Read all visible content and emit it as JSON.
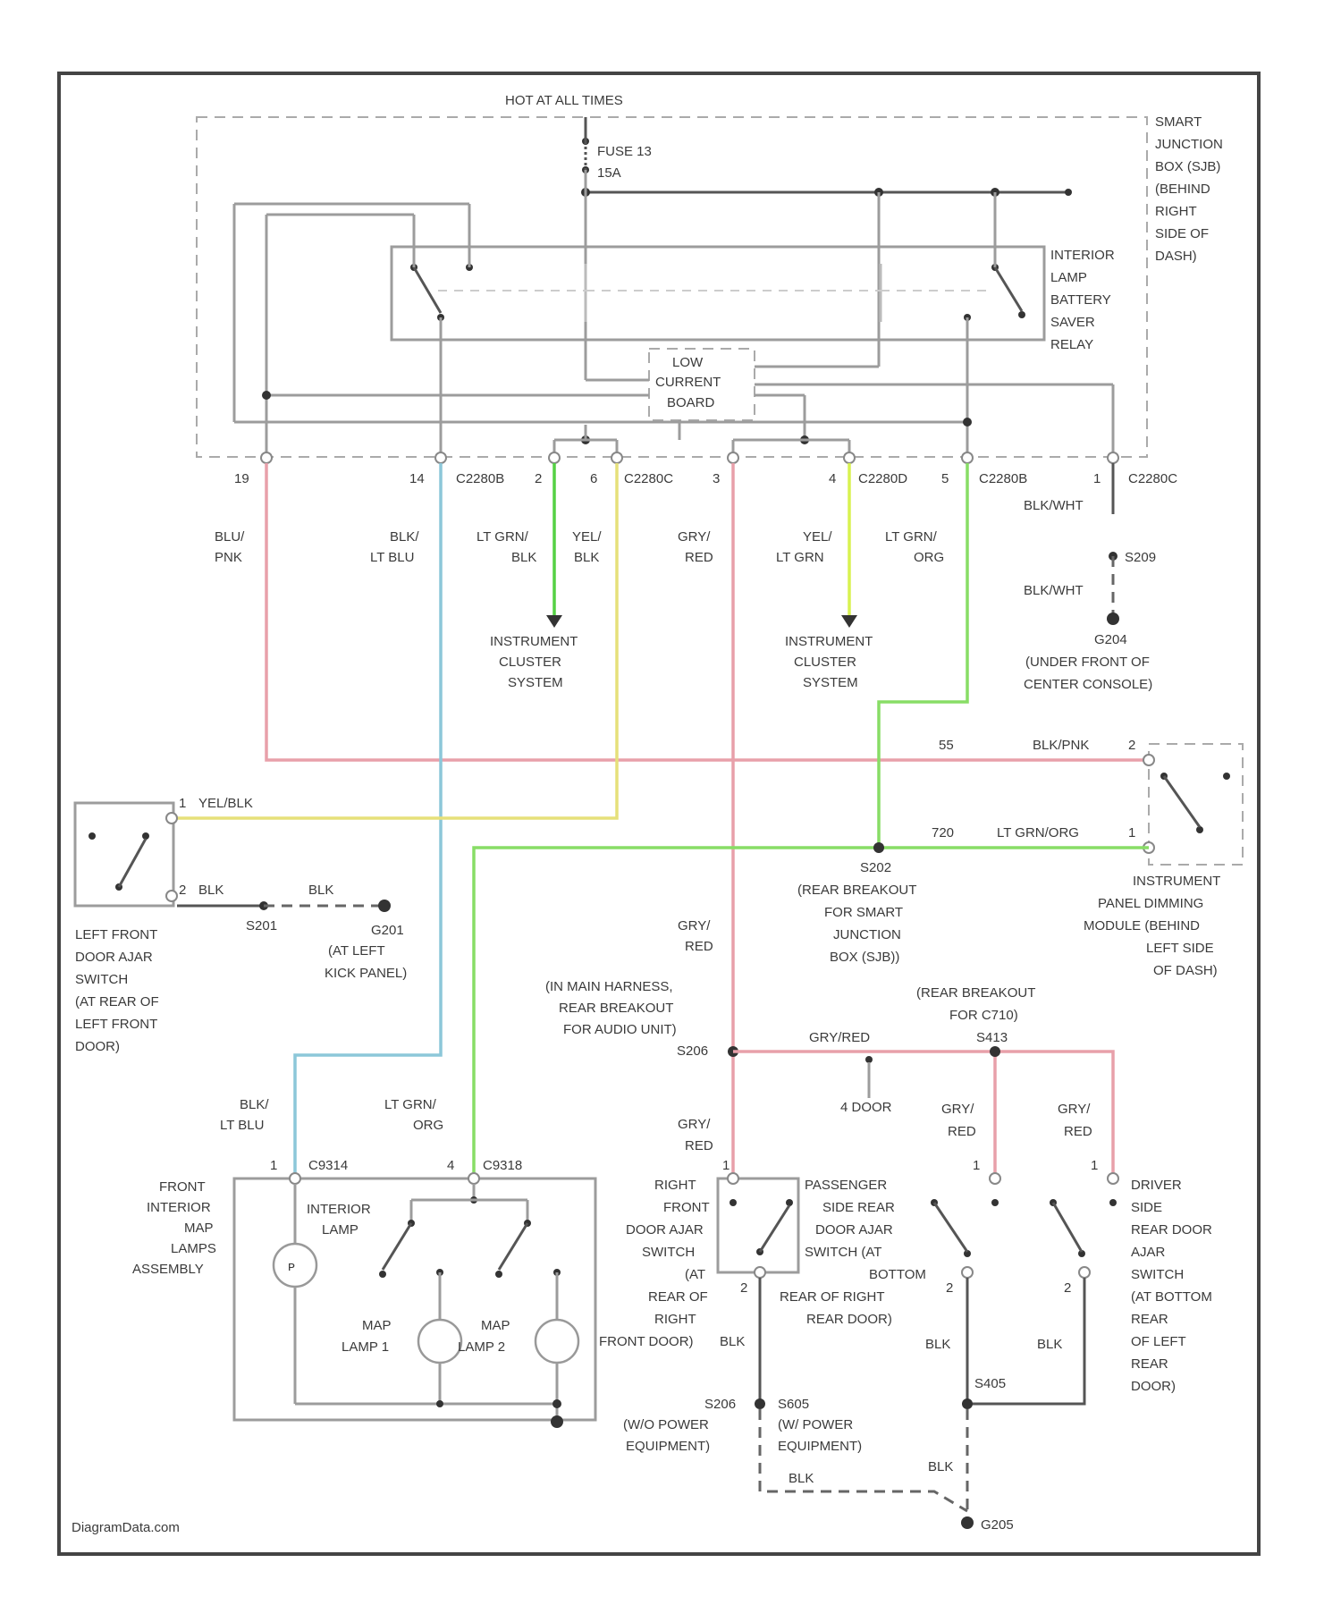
{
  "colors": {
    "pink": "#e8a0aa",
    "lt_blue": "#8cc7d9",
    "lt_green": "#88dd66",
    "green": "#55d144",
    "yellow": "#e6e07a",
    "yellow_green": "#d8f250",
    "black": "#444444"
  },
  "header": {
    "hot_at_all_times": "HOT AT ALL TIMES",
    "fuse": "FUSE 13",
    "fuse_rating": "15A"
  },
  "smart_junction_box": [
    "SMART",
    "JUNCTION",
    "BOX (SJB)",
    "(BEHIND",
    "RIGHT",
    "SIDE OF",
    "DASH)"
  ],
  "relay": [
    "INTERIOR",
    "LAMP",
    "BATTERY",
    "SAVER",
    "RELAY"
  ],
  "low_current_board": [
    "LOW",
    "CURRENT",
    "BOARD"
  ],
  "connector_pins": {
    "p19": "19",
    "p14": "14",
    "c2280b": "C2280B",
    "p2": "2",
    "p6": "6",
    "c2280c_a": "C2280C",
    "p3": "3",
    "p4": "4",
    "c2280d": "C2280D",
    "p5": "5",
    "c2280b_b": "C2280B",
    "p1": "1",
    "c2280c_b": "C2280C"
  },
  "wire_labels": {
    "blu_pnk": [
      "BLU/",
      "PNK"
    ],
    "blk_lt_blu": [
      "BLK/",
      "LT BLU"
    ],
    "lt_grn_blk": [
      "LT GRN/",
      "BLK"
    ],
    "yel_blk": [
      "YEL/",
      "BLK"
    ],
    "gry_red": [
      "GRY/",
      "RED"
    ],
    "yel_lt_grn": [
      "YEL/",
      "LT GRN"
    ],
    "lt_grn_org": [
      "LT GRN/",
      "ORG"
    ],
    "blk_wht_1": "BLK/WHT",
    "blk_wht_2": "BLK/WHT"
  },
  "instrument_cluster": [
    "INSTRUMENT",
    "CLUSTER",
    "SYSTEM"
  ],
  "ground_s209": "S209",
  "ground_g204": [
    "G204",
    "(UNDER FRONT OF",
    "CENTER CONSOLE)"
  ],
  "blk_pnk_pin": "2",
  "blk_pnk_circuit": "55",
  "blk_pnk_label": "BLK/PNK",
  "lt_grn_org_pin": "1",
  "lt_grn_org_circuit": "720",
  "lt_grn_org_label": "LT GRN/ORG",
  "ipdm": [
    "INSTRUMENT",
    "PANEL DIMMING",
    "MODULE (BEHIND",
    "LEFT SIDE",
    "OF DASH)"
  ],
  "s202": [
    "S202",
    "(REAR BREAKOUT",
    "FOR SMART",
    "JUNCTION",
    "BOX (SJB))"
  ],
  "left_door_switch": {
    "pin1": "1",
    "wire1": "YEL/BLK",
    "pin2": "2",
    "wire2": "BLK",
    "splice": "S201",
    "wire3": "BLK",
    "ground": [
      "G201",
      "(AT LEFT",
      "KICK PANEL)"
    ],
    "label": [
      "LEFT FRONT",
      "DOOR AJAR",
      "SWITCH",
      "(AT REAR OF",
      "LEFT FRONT",
      "DOOR)"
    ]
  },
  "gry_red_mid": [
    "GRY/",
    "RED"
  ],
  "s206": [
    "(IN MAIN HARNESS,",
    "REAR BREAKOUT",
    "FOR AUDIO UNIT)",
    "S206"
  ],
  "s413": [
    "(REAR BREAKOUT",
    "FOR C710)",
    "S413"
  ],
  "gry_red_bus": "GRY/RED",
  "four_door": "4 DOOR",
  "gry_red_branch_a": [
    "GRY/",
    "RED"
  ],
  "gry_red_branch_b": [
    "GRY/",
    "RED"
  ],
  "gry_red_branch_c": [
    "GRY/",
    "RED"
  ],
  "front_lamp_feed": {
    "wire1": [
      "BLK/",
      "LT BLU"
    ],
    "wire2": [
      "LT GRN/",
      "ORG"
    ],
    "pin1": "1",
    "conn1": "C9314",
    "pin2": "4",
    "conn2": "C9318"
  },
  "front_lamps_assembly": [
    "FRONT",
    "INTERIOR",
    "MAP",
    "LAMPS",
    "ASSEMBLY"
  ],
  "interior_lamp": [
    "INTERIOR",
    "LAMP"
  ],
  "map_lamp_1": [
    "MAP",
    "LAMP 1"
  ],
  "map_lamp_2": [
    "MAP",
    "LAMP 2"
  ],
  "right_front_switch": [
    "RIGHT",
    "FRONT",
    "DOOR AJAR",
    "SWITCH",
    "(AT",
    "REAR OF",
    "RIGHT",
    "FRONT DOOR)"
  ],
  "pass_rear_switch": [
    "PASSENGER",
    "SIDE REAR",
    "DOOR AJAR",
    "SWITCH (AT",
    "BOTTOM",
    "REAR OF RIGHT",
    "REAR DOOR)"
  ],
  "driver_rear_switch": [
    "DRIVER",
    "SIDE",
    "REAR DOOR",
    "AJAR",
    "SWITCH",
    "(AT BOTTOM",
    "REAR",
    "OF LEFT",
    "REAR",
    "DOOR)"
  ],
  "switch_pins": {
    "rf_p1": "1",
    "rf_p2": "2",
    "pr_p1": "1",
    "pr_p2": "2",
    "dr_p1": "1",
    "dr_p2": "2"
  },
  "blk_labels": {
    "rf": "BLK",
    "pr": "BLK",
    "dr": "BLK",
    "dash_a": "BLK",
    "dash_b": "BLK"
  },
  "s206_bottom": [
    "S206",
    "(W/O POWER",
    "EQUIPMENT)"
  ],
  "s605": [
    "S605",
    "(W/ POWER",
    "EQUIPMENT)"
  ],
  "s405": "S405",
  "g205": "G205",
  "watermark": "DiagramData.com"
}
